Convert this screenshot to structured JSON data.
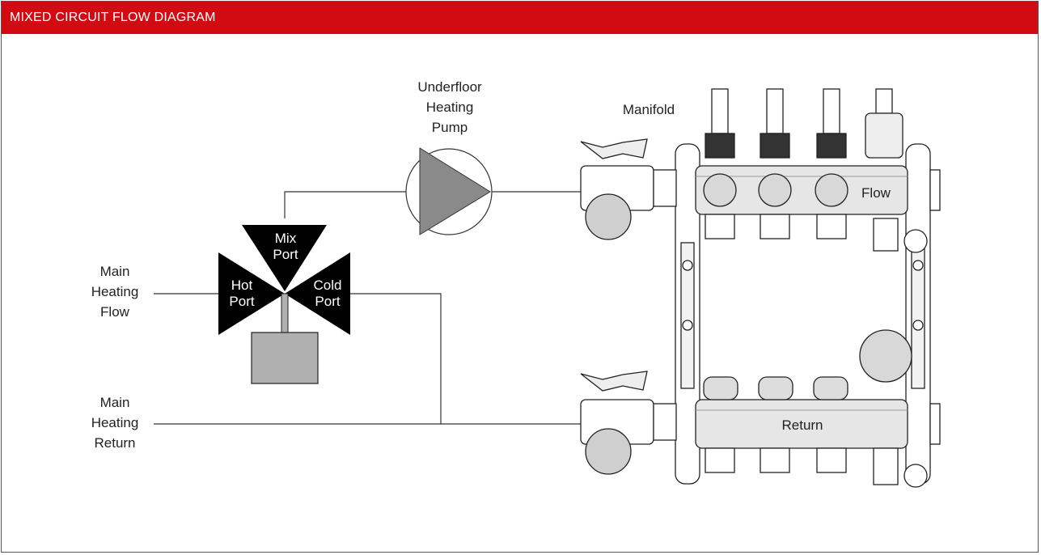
{
  "header": {
    "title": "MIXED CIRCUIT FLOW DIAGRAM"
  },
  "labels": {
    "main_flow": [
      "Main",
      "Heating",
      "Flow"
    ],
    "main_return": [
      "Main",
      "Heating",
      "Return"
    ],
    "pump": [
      "Underfloor",
      "Heating",
      "Pump"
    ],
    "manifold": "Manifold",
    "mix_port": [
      "Mix",
      "Port"
    ],
    "hot_port": [
      "Hot",
      "Port"
    ],
    "cold_port": [
      "Cold",
      "Port"
    ],
    "flow_bar": "Flow",
    "return_bar": "Return"
  },
  "colors": {
    "header_bg": "#d20a11",
    "line": "#333333",
    "valve": "#000000",
    "actuator": "#b0b0b0",
    "pump_triangle": "#8a8a8a"
  }
}
